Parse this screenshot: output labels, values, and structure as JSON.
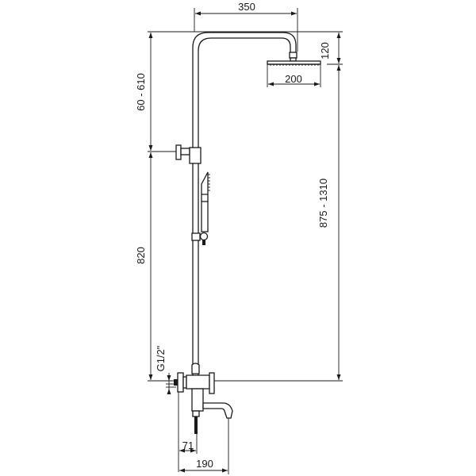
{
  "drawing": {
    "title": "Shower column technical drawing",
    "units": "mm",
    "dimensions": {
      "arm_reach": "350",
      "head_height": "120",
      "head_diameter": "200",
      "upper_adjust": "60 - 610",
      "mixer_to_bracket": "820",
      "overall_height": "875 - 1310",
      "inlet_thread": "G1/2\"",
      "spout_offset": "71",
      "spout_projection": "190"
    },
    "colors": {
      "line": "#1a1a1a",
      "background": "#ffffff"
    }
  }
}
